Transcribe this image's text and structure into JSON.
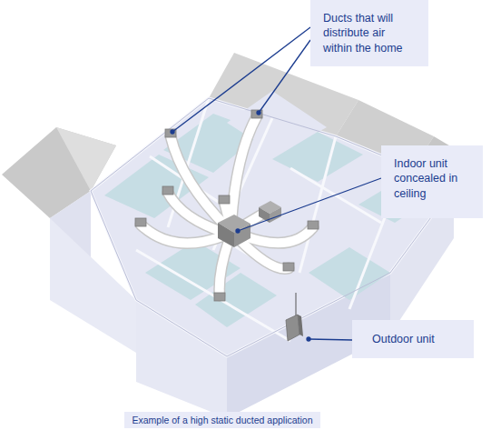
{
  "diagram": {
    "caption": "Example of a high static ducted application",
    "nodes": [
      {
        "text": [
          "Ducts that will distribute air within the home"
        ]
      },
      {
        "text": [
          "Indoor unit concealed in ceiling"
        ]
      },
      {
        "text": [
          "Outdoor unit"
        ]
      }
    ]
  }
}
